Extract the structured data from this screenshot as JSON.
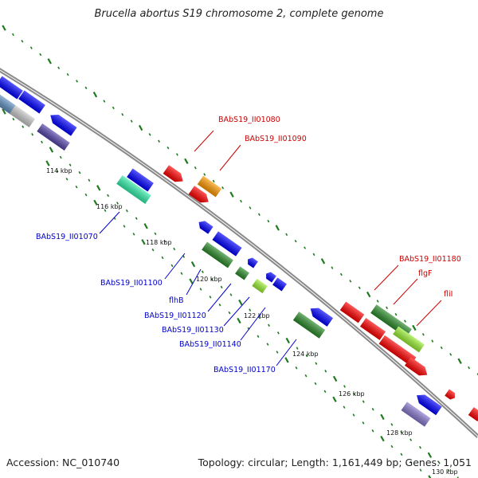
{
  "title": "Brucella abortus S19 chromosome 2, complete genome",
  "accession": "Accession: NC_010740",
  "summary": "Topology: circular; Length: 1,161,449 bp; Genes: 1,051",
  "ticks": [
    {
      "label": "114 kbp"
    },
    {
      "label": "116 kbp"
    },
    {
      "label": "118 kbp"
    },
    {
      "label": "120 kbp"
    },
    {
      "label": "122 kbp"
    },
    {
      "label": "124 kbp"
    },
    {
      "label": "126 kbp"
    },
    {
      "label": "128 kbp"
    },
    {
      "label": "130 kbp"
    }
  ],
  "gene_labels_forward": [
    {
      "text": "BAbS19_II01080"
    },
    {
      "text": "BAbS19_II01090"
    },
    {
      "text": "BAbS19_II01180"
    },
    {
      "text": "flgF"
    },
    {
      "text": "fliI"
    }
  ],
  "gene_labels_reverse": [
    {
      "text": "BAbS19_II01070"
    },
    {
      "text": "BAbS19_II01100"
    },
    {
      "text": "flhB"
    },
    {
      "text": "BAbS19_II01120"
    },
    {
      "text": "BAbS19_II01130"
    },
    {
      "text": "BAbS19_II01140"
    },
    {
      "text": "BAbS19_II01170"
    }
  ],
  "colors": {
    "backbone": "#808080",
    "dots": "#1f7a1f",
    "forward_label": "#cc0000",
    "reverse_label": "#0000cc",
    "red": "#ff0000",
    "orange": "#ff9900",
    "blue": "#0000ff",
    "green": "#2a8a2a",
    "lightgreen": "#99ee33",
    "teal": "#33eeaa",
    "purple": "#5544aa",
    "lightpurple": "#8877cc",
    "silver": "#c8c8c8",
    "steelblue": "#5f8fbf"
  }
}
